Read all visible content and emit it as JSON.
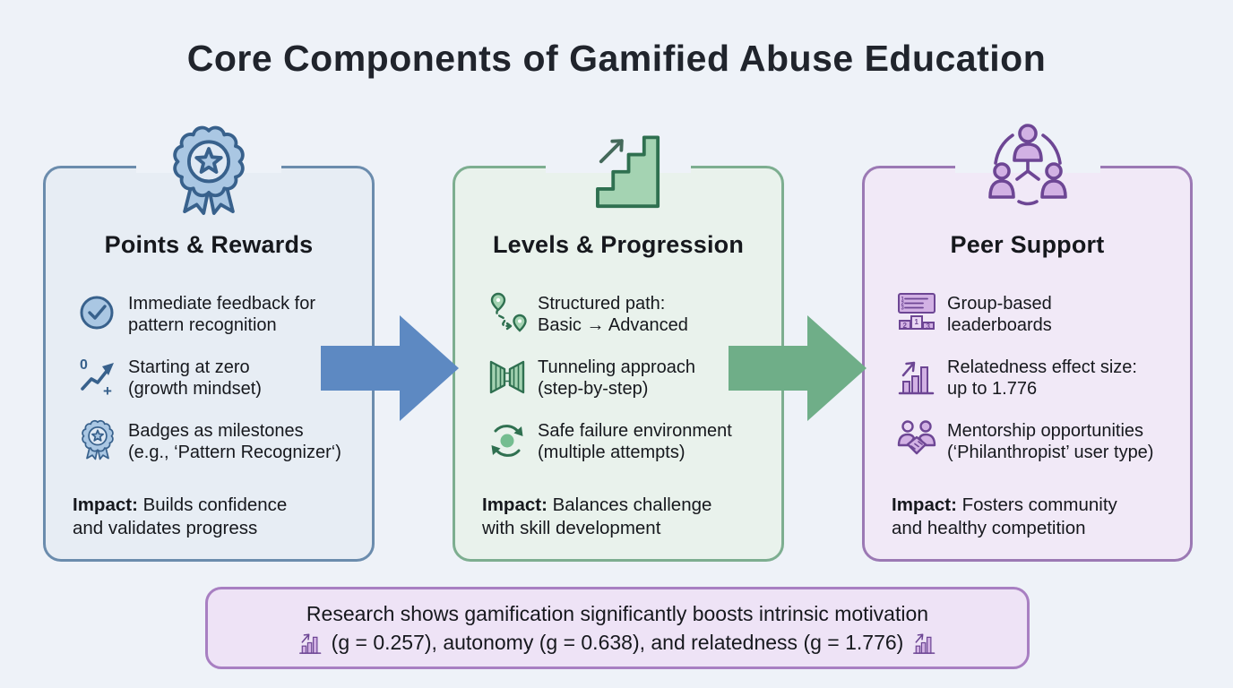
{
  "title": "Core Components of Gamified Abuse Education",
  "colors": {
    "page_bg": "#eef2f8",
    "title_text": "#20242c",
    "body_text": "#16181d",
    "blue_border": "#6b8cad",
    "blue_bg": "#e7edf4",
    "blue_icon_stroke": "#38618c",
    "blue_icon_fill": "#aac7e3",
    "blue_icon_fill_light": "#dfe9f4",
    "blue_arrow": "#5d89c2",
    "green_border": "#7dae90",
    "green_bg": "#e9f2ec",
    "green_icon_stroke": "#2f7050",
    "green_icon_fill": "#a4d3b2",
    "green_icon_fill_light": "#dff0e5",
    "green_arrow": "#6fae88",
    "purple_border": "#9b79b4",
    "purple_bg": "#f1e9f7",
    "purple_icon_stroke": "#6d4694",
    "purple_icon_fill": "#d2b1e4",
    "purple_icon_fill_light": "#ead8f4",
    "banner_bg": "#eee3f6",
    "banner_border": "#a87fc2"
  },
  "cards": [
    {
      "title": "Points & Rewards",
      "bullets": [
        {
          "icon": "check-circle-icon",
          "text": "Immediate feedback for\npattern recognition"
        },
        {
          "icon": "growth-from-zero-icon",
          "text": "Starting at zero\n(growth mindset)"
        },
        {
          "icon": "badge-icon",
          "text": "Badges as milestones\n(e.g., ‘Pattern Recognizer‘)"
        }
      ],
      "impact_label": "Impact:",
      "impact_text": "Builds confidence\nand validates progress"
    },
    {
      "title": "Levels & Progression",
      "bullets": [
        {
          "icon": "route-icon",
          "text": "Structured path:\nBasic → Advanced"
        },
        {
          "icon": "tunnel-icon",
          "text": "Tunneling approach\n(step-by-step)"
        },
        {
          "icon": "retry-cycle-icon",
          "text": "Safe failure environment\n(multiple attempts)"
        }
      ],
      "impact_label": "Impact:",
      "impact_text": "Balances challenge\nwith skill development"
    },
    {
      "title": "Peer Support",
      "bullets": [
        {
          "icon": "leaderboard-icon",
          "text": "Group-based\nleaderboards"
        },
        {
          "icon": "rising-bar-chart-icon",
          "text": "Relatedness effect size:\nup to 1.776"
        },
        {
          "icon": "mentorship-handshake-icon",
          "text": "Mentorship opportunities\n(‘Philanthropist’ user type)"
        }
      ],
      "impact_label": "Impact:",
      "impact_text": "Fosters community\nand healthy competition"
    }
  ],
  "banner": {
    "line1": "Research shows gamification significantly boosts intrinsic motivation",
    "line2": "(g = 0.257), autonomy (g = 0.638), and relatedness (g = 1.776)"
  }
}
